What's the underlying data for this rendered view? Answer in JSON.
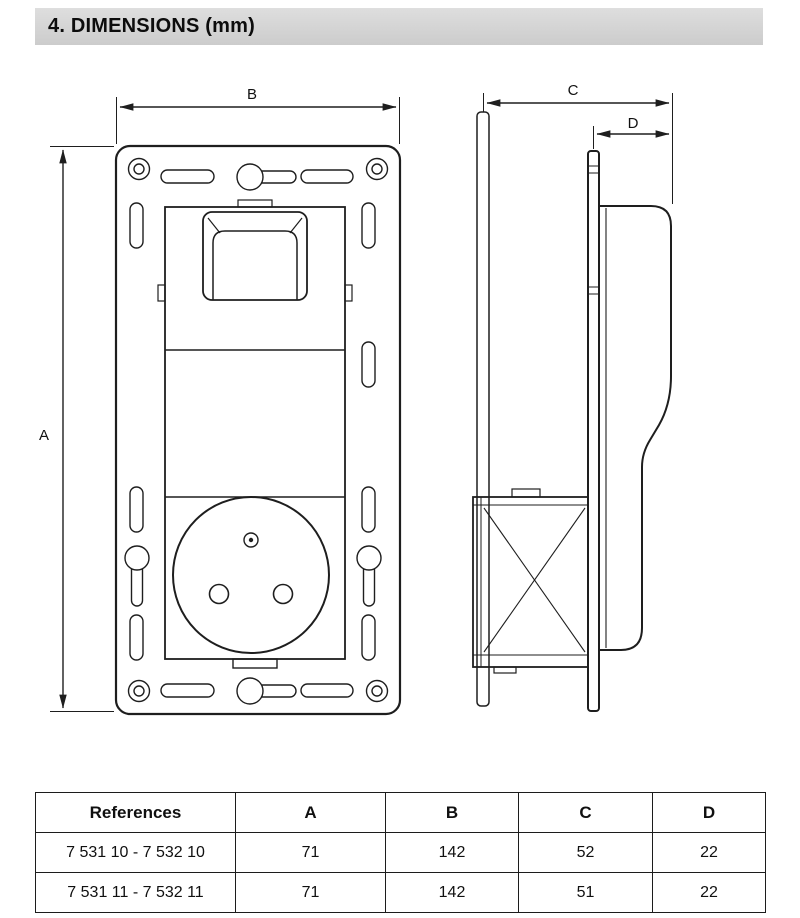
{
  "page": {
    "title": "4. DIMENSIONS (mm)"
  },
  "diagram": {
    "front_view": {
      "dim_a": "A",
      "dim_b": "B"
    },
    "side_view": {
      "dim_c": "C",
      "dim_d": "D"
    }
  },
  "table": {
    "headers": [
      "References",
      "A",
      "B",
      "C",
      "D"
    ],
    "rows": [
      [
        "7 531 10 - 7 532 10",
        "71",
        "142",
        "52",
        "22"
      ],
      [
        "7 531 11 - 7 532 11",
        "71",
        "142",
        "51",
        "22"
      ]
    ]
  }
}
